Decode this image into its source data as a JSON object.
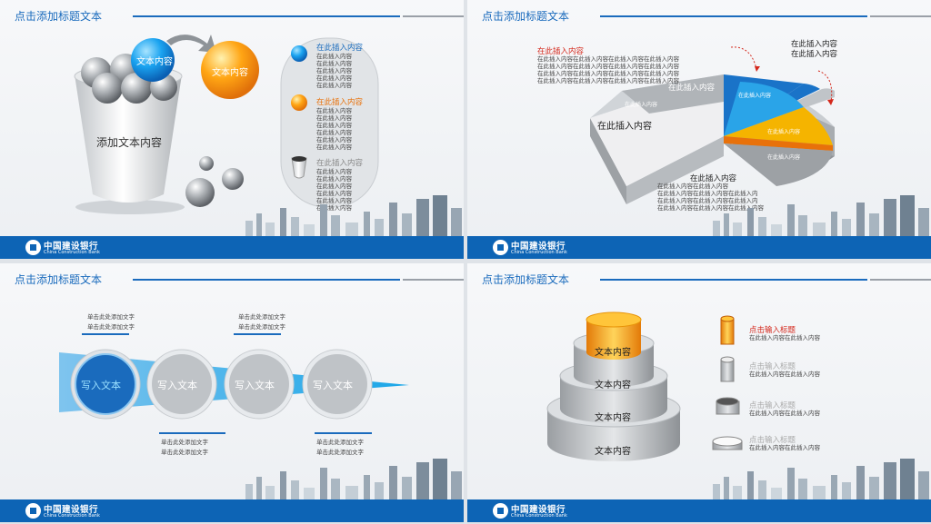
{
  "slide_title": "点击添加标题文本",
  "bank": {
    "cn": "中国建设银行",
    "en": "China Construction Bank"
  },
  "slide1": {
    "bucket_label": "添加文本内容",
    "blue_ball_label": "文本内容",
    "orange_ball_label": "文本内容",
    "items": [
      {
        "title": "在此插入内容",
        "lines": [
          "在此插入内容",
          "在此插入内容",
          "在此插入内容",
          "在此插入内容",
          "在此插入内容"
        ]
      },
      {
        "title": "在此插入内容",
        "lines": [
          "在此插入内容",
          "在此插入内容",
          "在此插入内容",
          "在此插入内容",
          "在此插入内容",
          "在此插入内容"
        ]
      },
      {
        "title": "在此插入内容",
        "lines": [
          "在此插入内容",
          "在此插入内容",
          "在此插入内容",
          "在此插入内容",
          "在此插入内容",
          "在此插入内容"
        ]
      }
    ]
  },
  "slide2": {
    "red_title": "在此插入内容",
    "red_lines": [
      "在此插入内容在此插入内容在此插入内容在此插入内容",
      "在此插入内容在此插入内容在此插入内容在此插入内容",
      "在此插入内容在此插入内容在此插入内容在此插入内容",
      "在此插入内容在此插入内容在此插入内容在此插入内容"
    ],
    "right_title": "在此插入内容",
    "right_sub": "在此插入内容",
    "pie_labels": [
      "在此插入内容",
      "在此插入内容",
      "在此插入内容",
      "在此插入内容",
      "在此插入内容",
      "在此插入内容"
    ],
    "bottom_title": "在此插入内容",
    "bottom_lines": [
      "在此插入内容在此插入内容",
      "在此插入内容在此插入内容在此插入内",
      "在此插入内容在此插入内容在此插入内",
      "在此插入内容在此插入内容在此插入内容"
    ]
  },
  "slide3": {
    "circles": [
      "写入文本",
      "写入文本",
      "写入文本",
      "写入文本"
    ],
    "captions": [
      {
        "l1": "单击此处添加文字",
        "l2": "单击此处添加文字"
      },
      {
        "l1": "单击此处添加文字",
        "l2": "单击此处添加文字"
      },
      {
        "l1": "单击此处添加文字",
        "l2": "单击此处添加文字"
      },
      {
        "l1": "单击此处添加文字",
        "l2": "单击此处添加文字"
      }
    ]
  },
  "slide4": {
    "tiers": [
      "文本内容",
      "文本内容",
      "文本内容",
      "文本内容"
    ],
    "items": [
      {
        "title": "点击输入标题",
        "desc": "在此插入内容在此插入内容"
      },
      {
        "title": "点击输入标题",
        "desc": "在此插入内容在此插入内容"
      },
      {
        "title": "点击输入标题",
        "desc": "在此插入内容在此插入内容"
      },
      {
        "title": "点击输入标题",
        "desc": "在此插入内容在此插入内容"
      }
    ]
  },
  "colors": {
    "brand_blue": "#0d64b5",
    "accent_orange": "#f7a600",
    "accent_red": "#d4281c"
  }
}
